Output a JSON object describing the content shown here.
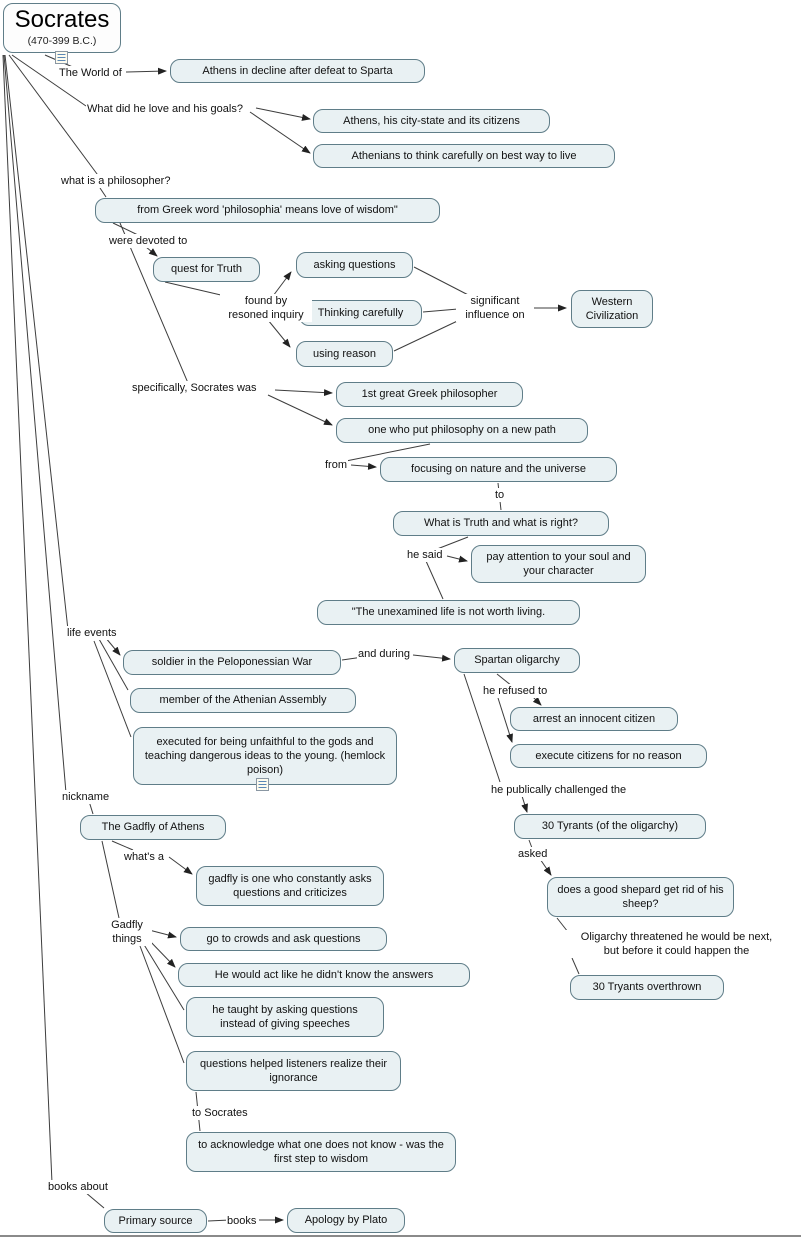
{
  "colors": {
    "canvas_background": "#ffffff",
    "node_fill": "#e9f1f3",
    "node_border": "#5f7d88",
    "connector": "#3d3d3d",
    "text": "#111111"
  },
  "socrates": {
    "title": "Socrates",
    "subtitle": "(470-399 B.C.)"
  },
  "nodes": {
    "athens_decline": {
      "text": "Athens in decline after defeat to Sparta"
    },
    "athens_citystate": {
      "text": "Athens, his city-state and its citizens"
    },
    "athenians_think": {
      "text": "Athenians to think carefully on best way to live"
    },
    "greek_word": {
      "text": "from Greek word 'philosophia' means love of wisdom\""
    },
    "quest_truth": {
      "text": "quest for Truth"
    },
    "asking_questions": {
      "text": "asking questions"
    },
    "thinking_carefully": {
      "text": "Thinking carefully"
    },
    "using_reason": {
      "text": "using reason"
    },
    "western_civ": {
      "text": "Western Civilization"
    },
    "first_great": {
      "text": "1st great Greek philosopher"
    },
    "new_path": {
      "text": "one who put philosophy on a new path"
    },
    "focusing_nature": {
      "text": "focusing on nature and the universe"
    },
    "what_truth": {
      "text": "What is Truth and what is right?"
    },
    "pay_attention": {
      "text": "pay attention to your soul and your character"
    },
    "unexamined": {
      "text": "\"The unexamined life is not worth living."
    },
    "soldier": {
      "text": "soldier in the Peloponessian War"
    },
    "spartan_oligarchy": {
      "text": "Spartan oligarchy"
    },
    "athenian_assembly": {
      "text": "member of the Athenian Assembly"
    },
    "arrest_citizen": {
      "text": "arrest an innocent citizen"
    },
    "execute_citizens": {
      "text": "execute citizens for no reason"
    },
    "executed": {
      "text": "executed for being unfaithful to the gods and teaching dangerous ideas to the young. (hemlock poison)"
    },
    "gadfly_athens": {
      "text": "The Gadfly of Athens"
    },
    "thirty_tyrants": {
      "text": "30 Tyrants (of the oligarchy)"
    },
    "gadfly_def": {
      "text": "gadfly is one who constantly asks questions and criticizes"
    },
    "shepard": {
      "text": "does a good shepard get rid of his sheep?"
    },
    "go_crowds": {
      "text": "go to crowds and ask questions"
    },
    "act_like": {
      "text": "He would act like he didn't know the answers"
    },
    "taught_questions": {
      "text": "he taught by asking questions instead of giving speeches"
    },
    "questions_helped": {
      "text": "questions helped listeners realize their ignorance"
    },
    "thirty_overthrown": {
      "text": "30 Tryants overthrown"
    },
    "acknowledge": {
      "text": "to acknowledge what one does not know - was the first step to wisdom"
    },
    "primary_source": {
      "text": "Primary source"
    },
    "apology": {
      "text": "Apology by Plato"
    }
  },
  "labels": {
    "world_of": {
      "text": "The World of"
    },
    "love_goals": {
      "text": "What did he love and his goals?"
    },
    "what_philosopher": {
      "text": "what is a philosopher?"
    },
    "devoted": {
      "text": "were devoted to"
    },
    "found_by": {
      "text": "found by\nresoned inquiry"
    },
    "significant": {
      "text": "significant\ninfluence on"
    },
    "specifically": {
      "text": "specifically, Socrates was"
    },
    "from": {
      "text": "from"
    },
    "to": {
      "text": "to"
    },
    "he_said": {
      "text": "he said"
    },
    "life_events": {
      "text": "life events"
    },
    "and_during": {
      "text": "and during"
    },
    "he_refused": {
      "text": "he refused to"
    },
    "he_publically": {
      "text": "he publically challenged the"
    },
    "nickname": {
      "text": "nickname"
    },
    "whats_a": {
      "text": "what's a"
    },
    "asked": {
      "text": "asked"
    },
    "gadfly_things": {
      "text": "Gadfly\nthings"
    },
    "oligarchy_threatened": {
      "text": "Oligarchy threatened he would be next,\nbut before it could happen the"
    },
    "to_socrates": {
      "text": "to Socrates"
    },
    "books_about": {
      "text": "books about"
    },
    "books": {
      "text": "books"
    }
  },
  "icons": {
    "socrates_resource": "resource-link-icon",
    "executed_resource": "resource-link-icon"
  }
}
